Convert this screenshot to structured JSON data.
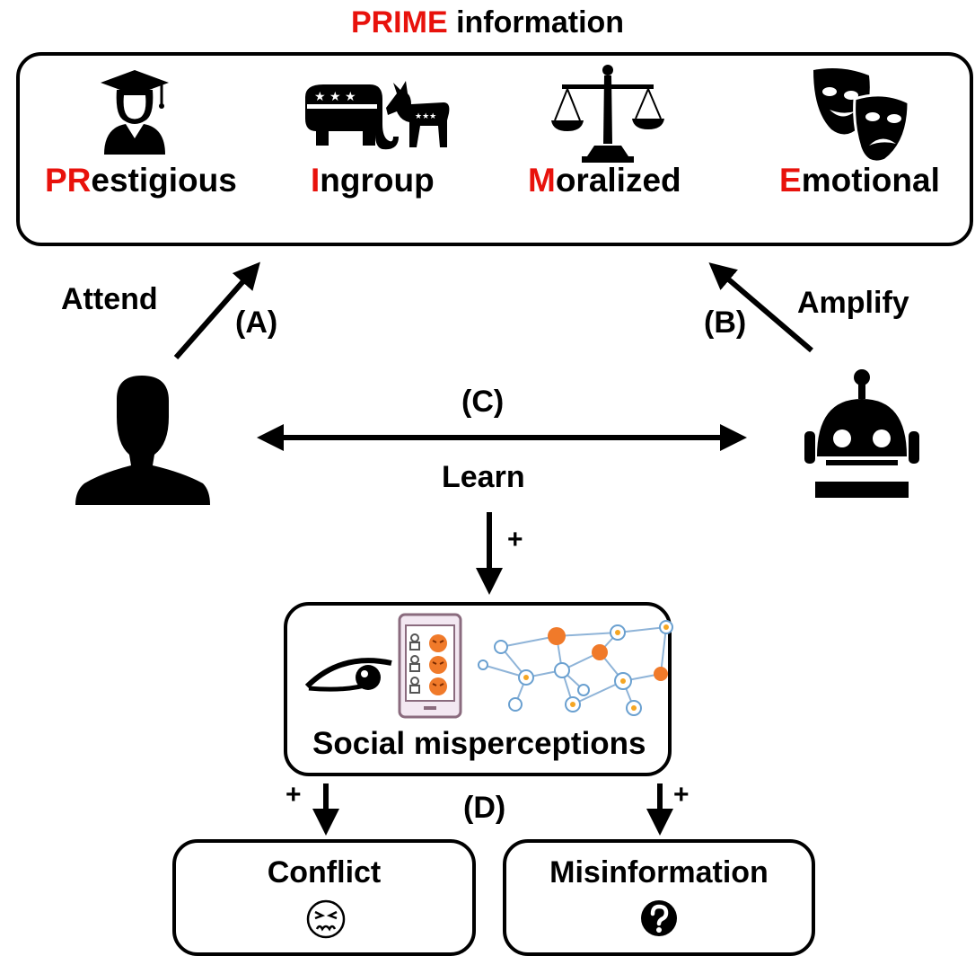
{
  "title": {
    "highlight": "PRIME",
    "rest": " information"
  },
  "categories": [
    {
      "letter": "PR",
      "rest": "estigious",
      "icon": "graduate-icon"
    },
    {
      "letter": "I",
      "rest": "ngroup",
      "icon": "party-animals-icon"
    },
    {
      "letter": "M",
      "rest": "oralized",
      "icon": "scales-icon"
    },
    {
      "letter": "E",
      "rest": "motional",
      "icon": "theater-masks-icon"
    }
  ],
  "labels": {
    "attend": "Attend",
    "a": "(A)",
    "amplify": "Amplify",
    "b": "(B)",
    "c": "(C)",
    "learn": "Learn",
    "plus_learn": "+",
    "d": "(D)",
    "plus_left": "+",
    "plus_right": "+"
  },
  "misperception": {
    "label": "Social misperceptions"
  },
  "outcomes": [
    {
      "label": "Conflict",
      "icon": "angry-face-icon"
    },
    {
      "label": "Misinformation",
      "icon": "question-circle-icon"
    }
  ],
  "colors": {
    "accent": "#e8120c",
    "ink": "#000000",
    "network_line": "#8fb4d8",
    "angry_face": "#f07a2a"
  }
}
